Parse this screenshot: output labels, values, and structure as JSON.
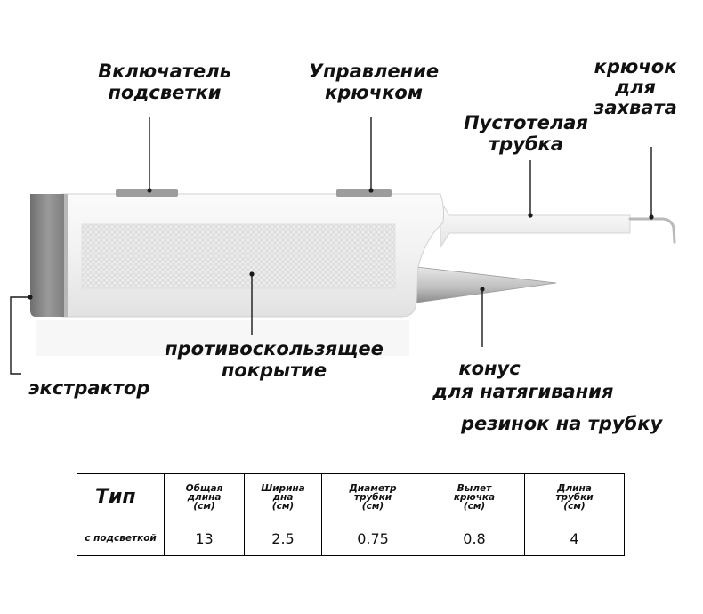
{
  "labels": {
    "light_switch": "Включатель\nподсветки",
    "hook_control": "Управление\nкрючком",
    "hook": "крючок\nдля\nзахвата",
    "hollow_tube": "Пустотелая\nтрубка",
    "anti_slip": "противоскользящее\nпокрытие",
    "extractor": "экстрактор",
    "cone_line1": "конус",
    "cone_line2": "для натягивания",
    "cone_line3": "резинок на трубку"
  },
  "table": {
    "headers": [
      "Тип",
      "Общая\nдлина\n(см)",
      "Ширина\nдна\n(см)",
      "Диаметр\nтрубки\n(см)",
      "Вылет\nкрючка\n(см)",
      "Длина\nтрубки\n(см)"
    ],
    "row": {
      "name": "с подсветкой",
      "values": [
        "13",
        "2.5",
        "0.75",
        "0.8",
        "4"
      ]
    }
  },
  "colors": {
    "body": "#f4f4f4",
    "cap": "#8a8a8a",
    "leader": "#1a1a1a"
  }
}
